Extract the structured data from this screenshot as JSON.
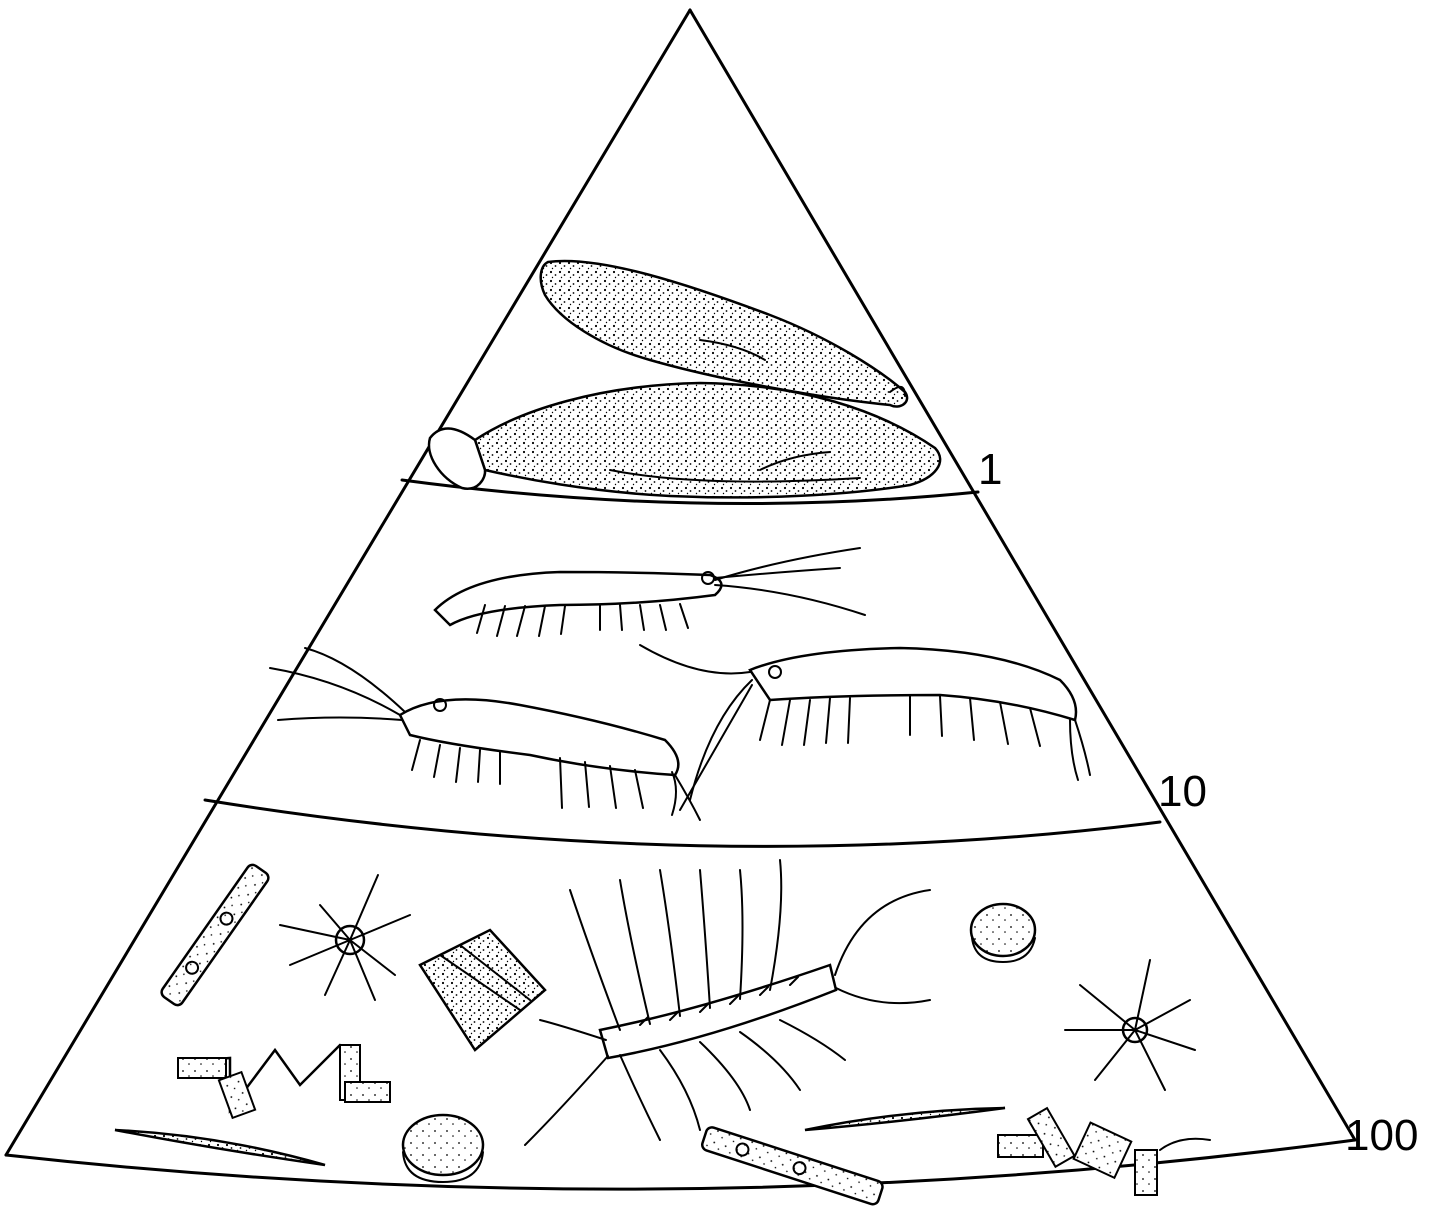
{
  "pyramid": {
    "tiers": [
      {
        "id": "whales",
        "label": "1"
      },
      {
        "id": "krill",
        "label": "10"
      },
      {
        "id": "phytoplankton",
        "label": "100"
      }
    ]
  },
  "icons": {
    "top": "whale-icon",
    "middle": "krill-icon",
    "base": "phytoplankton-icon"
  }
}
